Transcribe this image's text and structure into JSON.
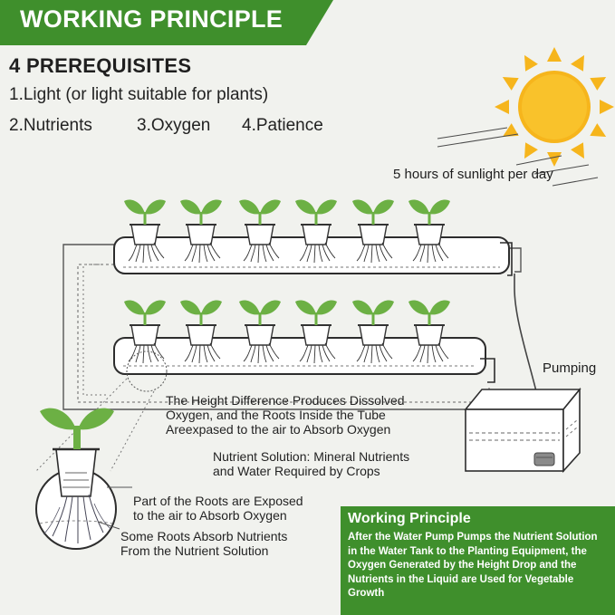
{
  "banner": {
    "title": "WORKING PRINCIPLE"
  },
  "prerequisites": {
    "heading": "4 PREREQUISITES",
    "items": [
      "1.Light (or light suitable for plants)",
      "2.Nutrients",
      "3.Oxygen",
      "4.Patience"
    ]
  },
  "sun": {
    "label": "5 hours of sunlight per day"
  },
  "pump": {
    "label": "Pumping"
  },
  "notes": {
    "height_difference": [
      "The Height Difference Produces Dissolved",
      "Oxygen, and the Roots Inside the Tube",
      "Areexpased to the air to Absorb Oxygen"
    ],
    "nutrient_solution": [
      "Nutrient Solution: Mineral Nutrients",
      "and Water Required by Crops"
    ],
    "roots_exposed": [
      "Part of the Roots are Exposed",
      "to the air to Absorb Oxygen"
    ],
    "roots_absorb": [
      "Some Roots Absorb Nutrients",
      "From the Nutrient Solution"
    ]
  },
  "info_box": {
    "title": "Working Principle",
    "body": "After the Water Pump Pumps the Nutrient Solution in the Water Tank to the Planting Equipment, the Oxygen Generated by the Height Drop and the Nutrients in the Liquid are Used for Vegetable Growth"
  },
  "colors": {
    "accent_green": "#3f8f2c",
    "leaf_green": "#6cb044",
    "sun_yellow": "#f6b51c",
    "line_dark": "#3a3a3a",
    "background": "#f1f2ee"
  }
}
